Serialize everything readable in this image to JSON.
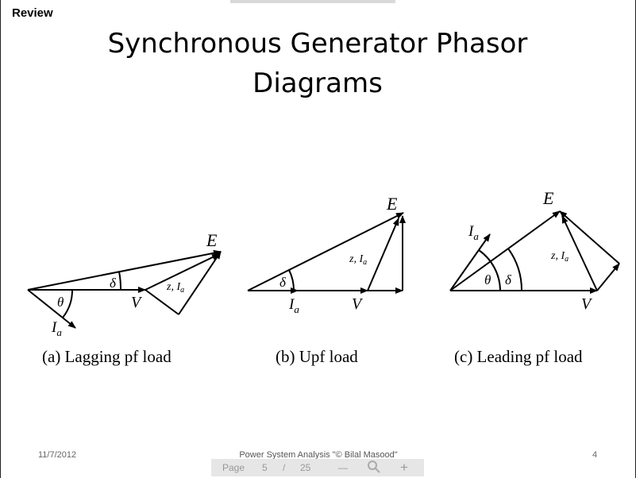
{
  "header": {
    "section_label": "Review"
  },
  "slide": {
    "title": "Synchronous Generator Phasor Diagrams"
  },
  "diagrams": {
    "lagging": {
      "caption": "(a) Lagging pf load",
      "E": "E",
      "V": "V",
      "delta": "δ",
      "theta": "θ",
      "Ia": "I",
      "Ia_sub": "a",
      "zia": "z, I",
      "zia_sub": "a"
    },
    "upf": {
      "caption": "(b) Upf load",
      "E": "E",
      "V": "V",
      "delta": "δ",
      "Ia": "I",
      "Ia_sub": "a",
      "zia": "z, I",
      "zia_sub": "a"
    },
    "leading": {
      "caption": "(c) Leading pf load",
      "E": "E",
      "V": "V",
      "delta": "δ",
      "theta": "θ",
      "Ia": "I",
      "Ia_sub": "a",
      "zia": "z, I",
      "zia_sub": "a"
    }
  },
  "footer": {
    "date": "11/7/2012",
    "center_text": "Power System Analysis \"© Bilal Masood\"",
    "slide_number": "4"
  },
  "pager": {
    "page_label": "Page",
    "current_page": "5",
    "separator": "/",
    "total_pages": "25",
    "zoom_out": "—",
    "zoom_in": "+"
  }
}
